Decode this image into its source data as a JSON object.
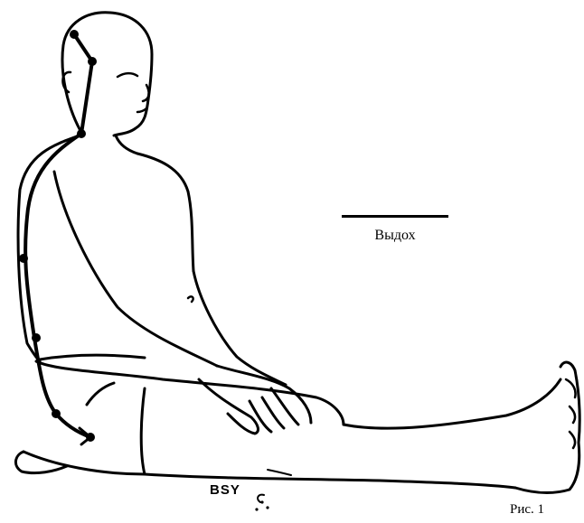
{
  "legend": {
    "exhale_label": "Выдох"
  },
  "caption": {
    "text": "Рис. 1"
  },
  "signature": {
    "text": "BSY"
  },
  "colors": {
    "ink": "#000000",
    "background": "#ffffff"
  }
}
